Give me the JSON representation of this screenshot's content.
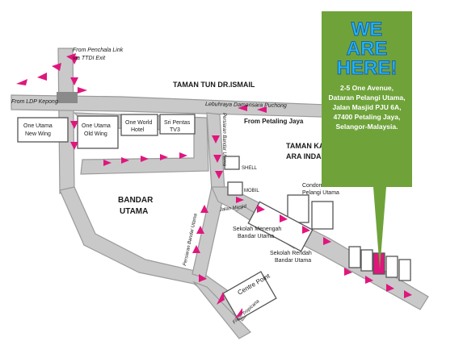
{
  "map": {
    "areas": {
      "taman_tun": "TAMAN TUN DR.ISMAIL",
      "taman_kayu_1": "TAMAN KAYU",
      "taman_kayu_2": "ARA INDAH",
      "bandar_utama_1": "BANDAR",
      "bandar_utama_2": "UTAMA"
    },
    "roads": {
      "ldp": "Lebuhraya Damansara Puchong",
      "bandar_utama_road": "Persiaran Bandar Utama",
      "bandar_utama_road_2": "Persiaran Bandar Utama",
      "jalan_masjid": "Jalan Masjid"
    },
    "directions": {
      "penchala_1": "From Penchala Link",
      "penchala_2": "via TTDI Exit",
      "ldp_kepong": "From LDP Kepong",
      "petaling_jaya": "From Petaling Jaya",
      "tropicana": "From Tropicana"
    },
    "buildings": {
      "one_utama_new_1": "One Utama",
      "one_utama_new_2": "New Wing",
      "one_utama_old_1": "One Utama",
      "one_utama_old_2": "Old Wing",
      "one_world_1": "One World",
      "one_world_2": "Hotel",
      "sri_pentas_1": "Sri Pentas",
      "sri_pentas_2": "TV3",
      "shell": "SHELL",
      "mobil": "MOBIL",
      "condo_1": "Condominium",
      "condo_2": "Pelangi Utama",
      "sek_menengah_1": "Sekolah Menengah",
      "sek_menengah_2": "Bandar Utama",
      "sek_rendah_1": "Sekolah Rendah",
      "sek_rendah_2": "Bandar Utama",
      "centre_point": "Centre Point"
    },
    "panel": {
      "headline_1": "WE",
      "headline_2": "ARE",
      "headline_3": "HERE!",
      "address_1": "2-5 One Avenue,",
      "address_2": "Dataran Pelangi Utama,",
      "address_3": "Jalan Masjid PJU 6A,",
      "address_4": "47400 Petaling Jaya,",
      "address_5": "Selangor-Malaysia."
    },
    "colors": {
      "panel_green": "#6fa33a",
      "headline_blue": "#22b8f0",
      "arrow_magenta": "#e0167e",
      "road_grey": "#c9c9c9"
    }
  }
}
